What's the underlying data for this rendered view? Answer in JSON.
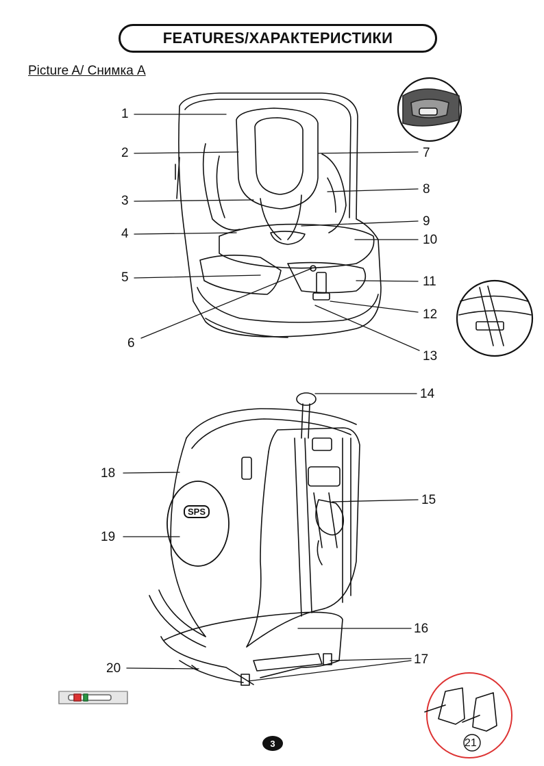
{
  "header": {
    "title": "FEATURES/ХАРАКТЕРИСТИКИ"
  },
  "picture": {
    "label": "Picture A/ Снимка A"
  },
  "callouts": [
    "1",
    "2",
    "3",
    "4",
    "5",
    "6",
    "7",
    "8",
    "9",
    "10",
    "11",
    "12",
    "13",
    "14",
    "15",
    "16",
    "17",
    "18",
    "19",
    "20",
    "21"
  ],
  "logo": {
    "text": "SPS"
  },
  "footer": {
    "page_number": "3"
  }
}
